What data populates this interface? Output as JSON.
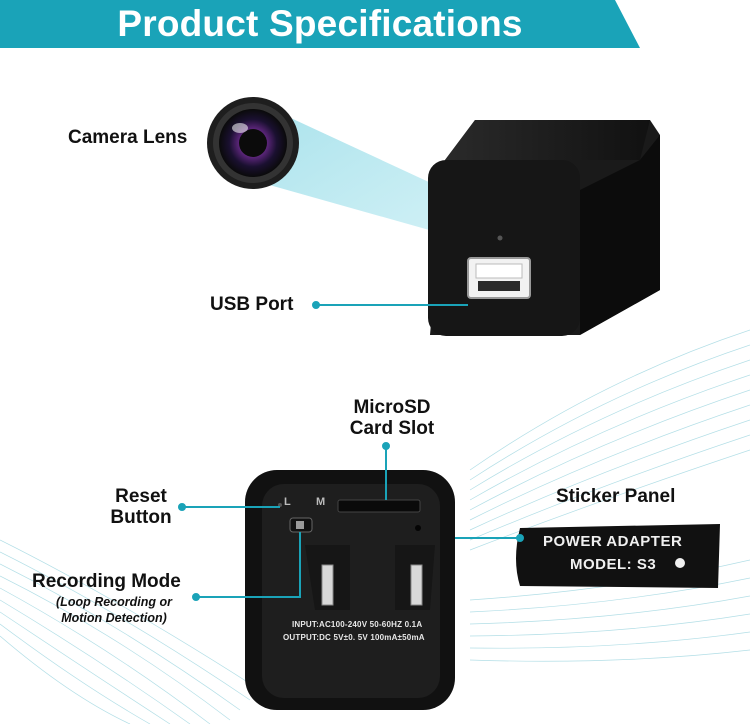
{
  "banner": {
    "title": "Product Specifications",
    "color": "#1aa3b8"
  },
  "labels": {
    "camera_lens": "Camera Lens",
    "usb_port": "USB Port",
    "microsd_line1": "MicroSD",
    "microsd_line2": "Card Slot",
    "reset_line1": "Reset",
    "reset_line2": "Button",
    "sticker_panel": "Sticker Panel",
    "recording_mode": "Recording Mode",
    "recording_sub1": "(Loop Recording or",
    "recording_sub2": "Motion Detection)"
  },
  "sticker": {
    "line1": "POWER ADAPTER",
    "line2": "MODEL: S3"
  },
  "plate": {
    "input": "INPUT:AC100-240V  50-60HZ  0.1A",
    "output": "OUTPUT:DC  5V±0. 5V  100mA±50mA"
  },
  "switch": {
    "left": "L",
    "right": "M"
  },
  "accent_color": "#1aa3b8"
}
